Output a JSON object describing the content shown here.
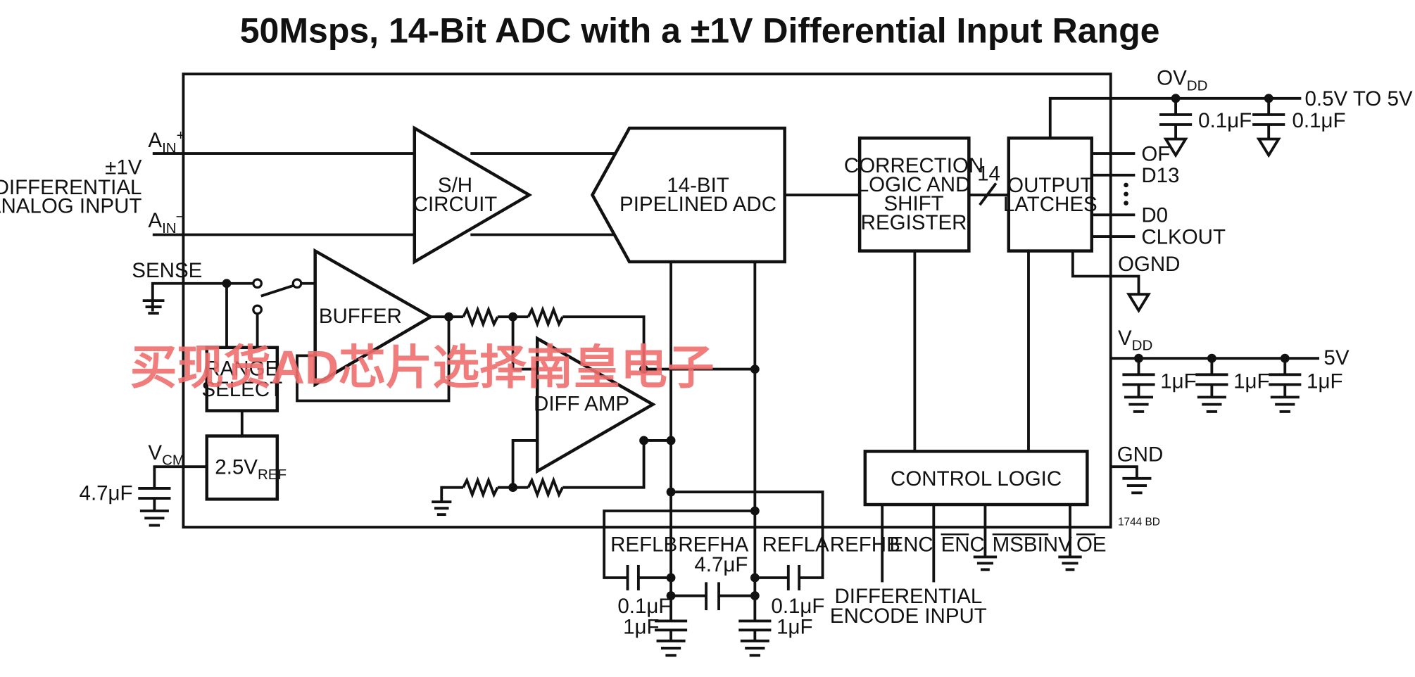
{
  "title": "50Msps, 14-Bit ADC with a ±1V Differential Input Range",
  "inputs": {
    "ain_plus": "A",
    "ain_plus_sub": "IN",
    "ain_plus_sup": "+",
    "input_range": "±1V",
    "input_desc_1": "DIFFERENTIAL",
    "input_desc_2": "ANALOG INPUT",
    "ain_minus": "A",
    "ain_minus_sub": "IN",
    "ain_minus_sup": "–",
    "sense": "SENSE",
    "vcm": "V",
    "vcm_sub": "CM",
    "vcm_cap": "4.7μF"
  },
  "blocks": {
    "sh_1": "S/H",
    "sh_2": "CIRCUIT",
    "adc_1": "14-BIT",
    "adc_2": "PIPELINED ADC",
    "corr_1": "CORRECTION",
    "corr_2": "LOGIC AND",
    "corr_3": "SHIFT",
    "corr_4": "REGISTER",
    "bus_width": "14",
    "latch_1": "OUTPUT",
    "latch_2": "LATCHES",
    "buffer": "BUFFER",
    "range_1": "RANGE",
    "range_2": "SELECT",
    "vref": "2.5V",
    "vref_sub": "REF",
    "diffamp": "DIFF AMP",
    "control": "CONTROL LOGIC"
  },
  "outputs": {
    "ovdd": "OV",
    "ovdd_sub": "DD",
    "ovdd_cap1": "0.1μF",
    "ovdd_cap2": "0.1μF",
    "ovdd_range": "0.5V TO 5V",
    "of": "OF",
    "d13": "D13",
    "d0": "D0",
    "clkout": "CLKOUT",
    "ognd": "OGND",
    "vdd": "V",
    "vdd_sub": "DD",
    "vdd_volt": "5V",
    "vdd_cap1": "1μF",
    "vdd_cap2": "1μF",
    "vdd_cap3": "1μF",
    "gnd": "GND",
    "fig_id": "1744 BD"
  },
  "pins": {
    "reflb": "REFLB",
    "refha": "REFHA",
    "refla": "REFLA",
    "refhb": "REFHB",
    "enc": "ENC",
    "enc_bar": "ENC",
    "msbinv": "MSBINV",
    "oe": "OE",
    "enc_input_1": "DIFFERENTIAL",
    "enc_input_2": "ENCODE INPUT",
    "cap_mid": "4.7μF",
    "cap_left_a": "0.1μF",
    "cap_left_b": "1μF",
    "cap_right_a": "0.1μF",
    "cap_right_b": "1μF"
  },
  "watermark": "买现货AD芯片选择南皇电子"
}
